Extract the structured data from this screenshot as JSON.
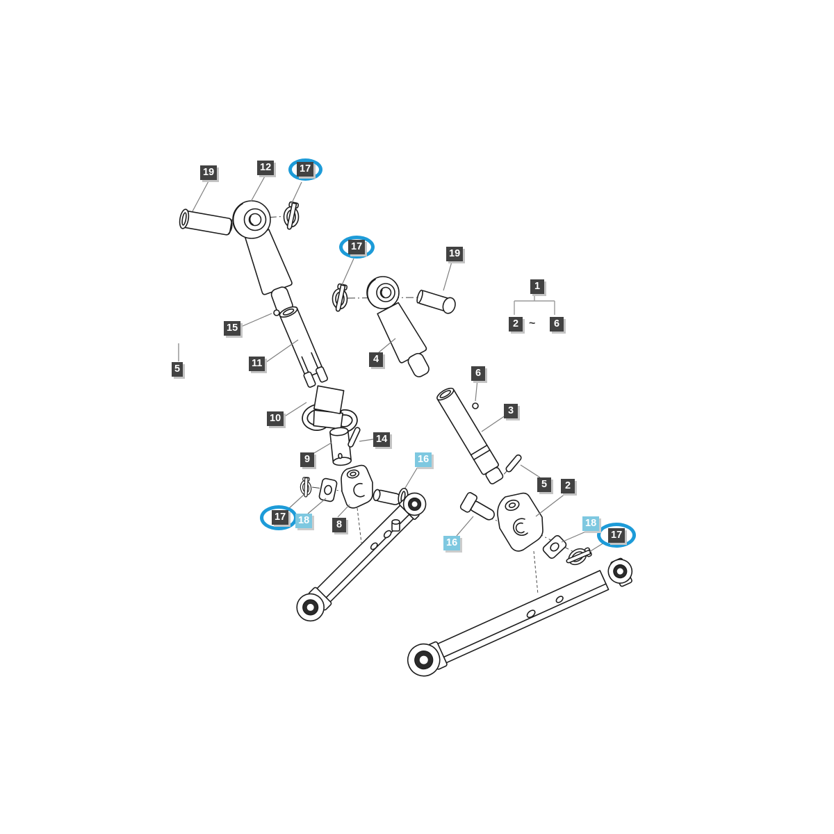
{
  "diagram": {
    "kind": "exploded-parts-diagram",
    "subject": "three-point hitch linkage exploded view",
    "colors": {
      "background": "#ffffff",
      "label_dark_bg": "#424242",
      "label_cyan_bg": "#7ec8e0",
      "label_text": "#ffffff",
      "highlight_ellipse": "#1d9bd8",
      "line_art": "#1c1c1c",
      "label_shadow": "#c4c4c4"
    },
    "legend": {
      "assembly": "1",
      "range_start": "2",
      "range_separator": "~",
      "range_end": "6"
    },
    "highlighted_part_number": "17",
    "labels": [
      {
        "text": "19",
        "style": "dark",
        "circled": false
      },
      {
        "text": "12",
        "style": "dark",
        "circled": false
      },
      {
        "text": "17",
        "style": "dark",
        "circled": true
      },
      {
        "text": "17",
        "style": "dark",
        "circled": true
      },
      {
        "text": "19",
        "style": "dark",
        "circled": false
      },
      {
        "text": "15",
        "style": "dark",
        "circled": false
      },
      {
        "text": "5",
        "style": "dark",
        "circled": false,
        "clipped_left_edge": true
      },
      {
        "text": "11",
        "style": "dark",
        "circled": false
      },
      {
        "text": "4",
        "style": "dark",
        "circled": false
      },
      {
        "text": "6",
        "style": "dark",
        "circled": false
      },
      {
        "text": "3",
        "style": "dark",
        "circled": false
      },
      {
        "text": "10",
        "style": "dark",
        "circled": false
      },
      {
        "text": "14",
        "style": "dark",
        "circled": false
      },
      {
        "text": "9",
        "style": "dark",
        "circled": false
      },
      {
        "text": "16",
        "style": "cyan",
        "circled": false
      },
      {
        "text": "17",
        "style": "dark",
        "circled": true
      },
      {
        "text": "18",
        "style": "cyan",
        "circled": false
      },
      {
        "text": "8",
        "style": "dark",
        "circled": false
      },
      {
        "text": "5",
        "style": "dark",
        "circled": false
      },
      {
        "text": "2",
        "style": "dark",
        "circled": false
      },
      {
        "text": "16",
        "style": "cyan",
        "circled": false
      },
      {
        "text": "18",
        "style": "cyan",
        "circled": false
      },
      {
        "text": "17",
        "style": "dark",
        "circled": true
      }
    ]
  }
}
